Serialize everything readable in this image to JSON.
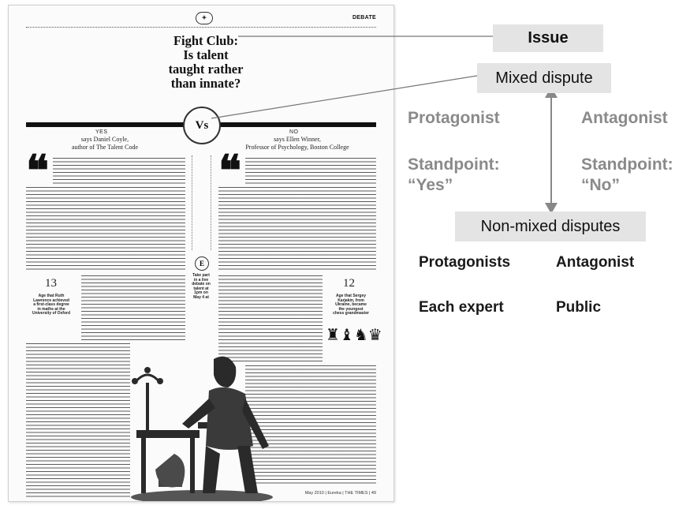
{
  "paper": {
    "section_tag": "DEBATE",
    "headline": [
      "Fight Club:",
      "Is talent",
      "taught rather",
      "than innate?"
    ],
    "vs": "Vs",
    "yes": {
      "label": "YES",
      "says": "says Daniel Coyle,",
      "subtitle": "author of The Talent Code",
      "stat_number": "13",
      "side_note": [
        "Age that Ruth",
        "Lawrence achieved",
        "a first-class degree",
        "in maths at the",
        "University of Oxford"
      ]
    },
    "no": {
      "label": "NO",
      "says": "says Ellen Winner,",
      "subtitle": "Professor of Psychology, Boston College",
      "stat_number": "12",
      "side_note": [
        "Age that Sergey",
        "Karjakin, from",
        "Ukraine, became",
        "the youngest",
        "chess grandmaster"
      ]
    },
    "center_note": [
      "Take part",
      "in a live",
      "debate on",
      "talent at",
      "1pm on",
      "May 4 at"
    ],
    "footer": "May 2010 | Eureka | THE TIMES | 49"
  },
  "diagram": {
    "issue": "Issue",
    "mixed_dispute": "Mixed dispute",
    "protagonist": "Protagonist",
    "antagonist": "Antagonist",
    "standpoint_yes": [
      "Standpoint:",
      "“Yes”"
    ],
    "standpoint_no": [
      "Standpoint:",
      "“No”"
    ],
    "non_mixed_disputes": "Non-mixed disputes",
    "protagonists": "Protagonists",
    "antagonist_2": "Antagonist",
    "each_expert": "Each expert",
    "public": "Public",
    "colors": {
      "box": "#e4e4e4",
      "grey_text": "#8a8a8a",
      "dark_text": "#1a1a1a",
      "arrow": "#888888",
      "connector": "#777777"
    }
  }
}
